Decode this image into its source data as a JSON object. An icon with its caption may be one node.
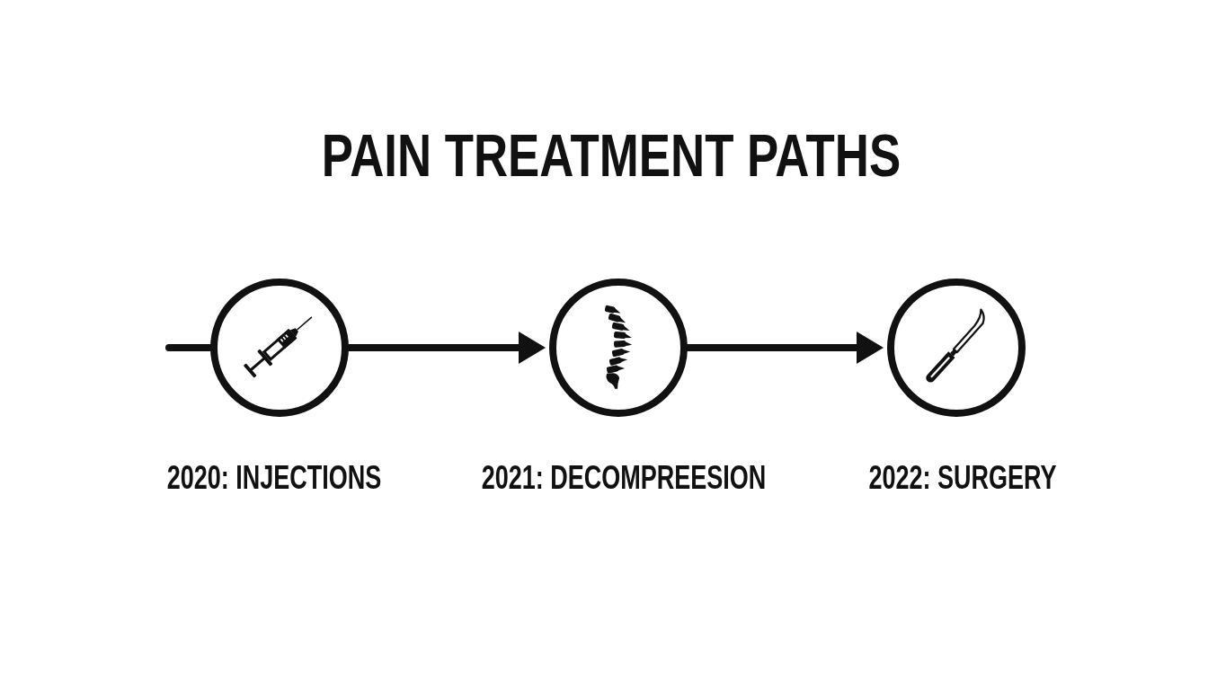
{
  "diagram": {
    "title": "PAIN TREATMENT PATHS",
    "nodes": [
      {
        "text": [],
        "shape": "circle",
        "beside": [
          "2020: INJECTIONS"
        ]
      },
      {
        "text": [],
        "shape": "circle",
        "beside": [
          "2021: DECOMPREESION"
        ]
      },
      {
        "text": [],
        "shape": "circle",
        "beside": [
          "2022: SURGERY"
        ]
      }
    ],
    "edges": [
      {
        "from": null,
        "to": 0,
        "arrow": "none"
      },
      {
        "from": 0,
        "to": 1,
        "arrow": "to"
      },
      {
        "from": 1,
        "to": 2,
        "arrow": "to"
      }
    ]
  }
}
